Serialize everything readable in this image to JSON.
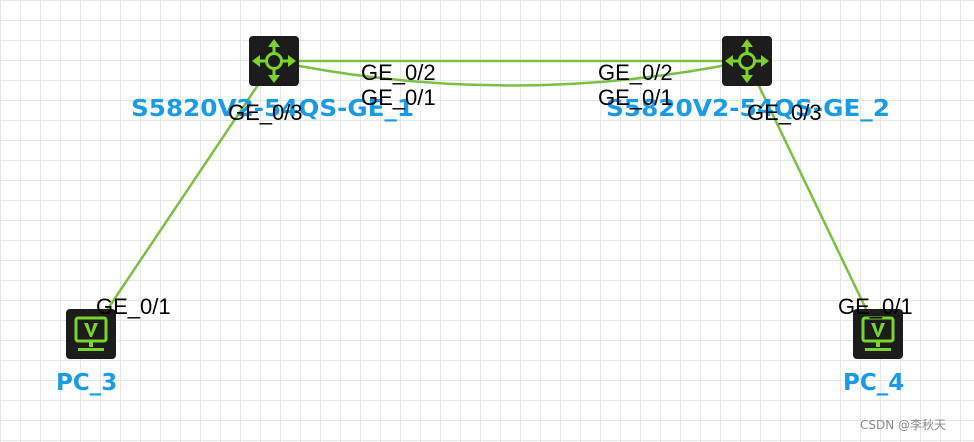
{
  "colors": {
    "link": "#7ac143",
    "device_label": "#1a9be6",
    "icon_bg": "#1c1c1c",
    "icon_fg": "#7ad32b"
  },
  "devices": {
    "sw1": {
      "name": "S5820V2-54QS-GE_1",
      "icon": "router-switch-icon"
    },
    "sw2": {
      "name": "S5820V2-54QS-GE_2",
      "icon": "router-switch-icon"
    },
    "pc3": {
      "name": "PC_3",
      "icon": "pc-monitor-icon"
    },
    "pc4": {
      "name": "PC_4",
      "icon": "pc-monitor-icon"
    }
  },
  "links": [
    {
      "from": "sw1",
      "to": "sw2",
      "from_port": "GE_0/2",
      "to_port": "GE_0/2"
    },
    {
      "from": "sw1",
      "to": "sw2",
      "from_port": "GE_0/1",
      "to_port": "GE_0/1"
    },
    {
      "from": "sw1",
      "to": "pc3",
      "from_port": "GE_0/3",
      "to_port": "GE_0/1"
    },
    {
      "from": "sw2",
      "to": "pc4",
      "from_port": "GE_0/3",
      "to_port": "GE_0/1"
    }
  ],
  "watermark": "CSDN @李秋天"
}
